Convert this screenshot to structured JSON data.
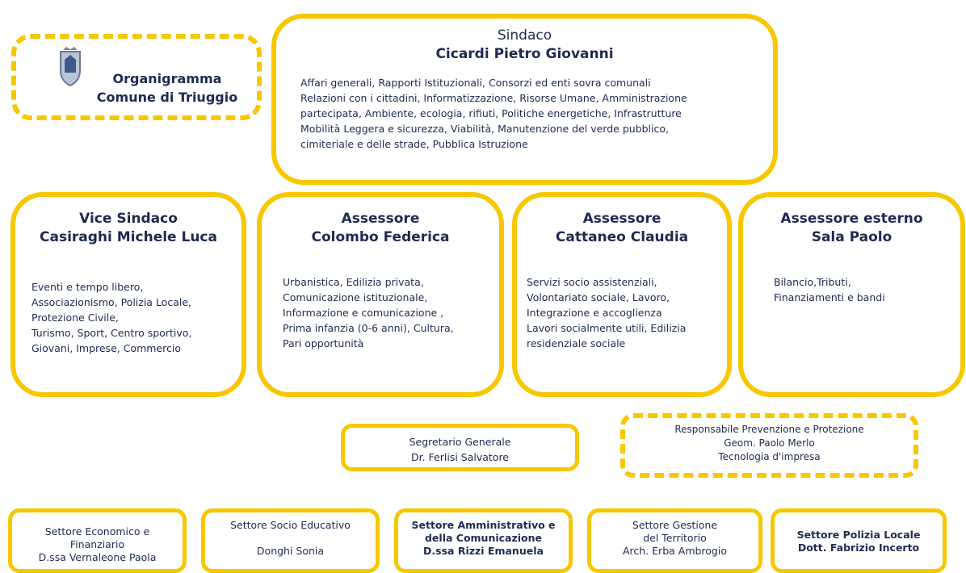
{
  "logo": {
    "title": "Organigramma\nComune di Triuggio",
    "icon": "coat-of-arms-icon"
  },
  "sindaco": {
    "title": "Sindaco",
    "name": "Cicardi Pietro Giovanni",
    "desc": "Affari generali, Rapporti Istituzionali, Consorzi ed enti sovra comunali\nRelazioni con i cittadini, Informatizzazione, Risorse Umane, Amministrazione\npartecipata, Ambiente, ecologia, rifiuti, Politiche energetiche, Infrastrutture\nMobilità Leggera e sicurezza, Viabilità, Manutenzione del verde pubblico,\ncimiteriale e delle strade, Pubblica Istruzione"
  },
  "vice": {
    "title": "Vice Sindaco\nCasiraghi Michele Luca",
    "desc": "Eventi e tempo libero,\nAssociazionismo, Polizia Locale,\nProtezione Civile,\nTurismo, Sport, Centro sportivo,\nGiovani, Imprese, Commercio"
  },
  "colombo": {
    "title": "Assessore\nColombo Federica",
    "desc": "Urbanistica, Edilizia privata,\nComunicazione istituzionale,\nInformazione e comunicazione ,\nPrima infanzia (0-6 anni), Cultura,\nPari opportunità"
  },
  "cattaneo": {
    "title": "Assessore\nCattaneo Claudia",
    "desc": "Servizi socio assistenziali,\nVolontariato sociale, Lavoro,\nIntegrazione e accoglienza\nLavori socialmente utili, Edilizia\nresidenziale sociale"
  },
  "sala": {
    "title": "Assessore esterno\nSala Paolo",
    "desc": "Bilancio,Tributi,\nFinanziamenti e bandi"
  },
  "segretario": {
    "text": "Segretario Generale\nDr. Ferlisi Salvatore"
  },
  "rspp": {
    "text": "Responsabile Prevenzione e Protezione\nGeom. Paolo Merlo\nTecnologia d'impresa"
  },
  "settori": {
    "econ": "Settore Economico e\nFinanziario\nD.ssa Vernaleone Paola",
    "socio": "Settore Socio Educativo\n\nDonghi Sonia",
    "amm": "Settore Amministrativo e\ndella Comunicazione\nD.ssa Rizzi Emanuela",
    "terr": "Settore Gestione\ndel Territorio\nArch. Erba Ambrogio",
    "pol": "Settore Polizia Locale\nDott. Fabrizio Incerto"
  },
  "colors": {
    "border": "#f7c700",
    "text": "#1e2a52"
  }
}
